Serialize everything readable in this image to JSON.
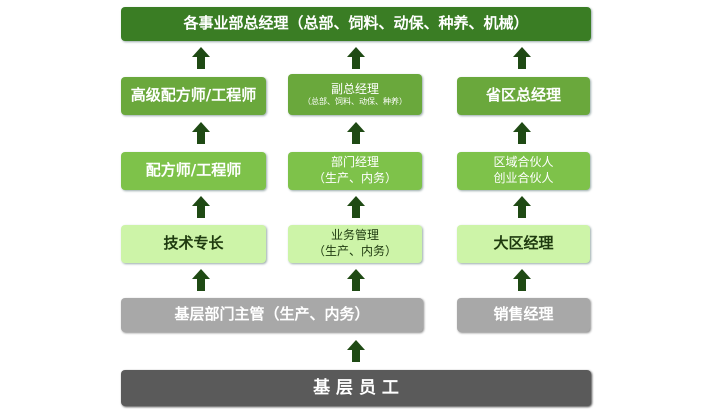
{
  "top": {
    "label": "各事业部总经理（总部、饲料、动保、种养、机械）"
  },
  "col1": {
    "r2": "高级配方师/工程师",
    "r3": "配方师/工程师",
    "r4": "技术专长"
  },
  "col2": {
    "r2_line1": "副总经理",
    "r2_line2": "（总部、饲料、动保、种养）",
    "r3_line1": "部门经理",
    "r3_line2": "（生产、内务）",
    "r4_line1": "业务管理",
    "r4_line2": "（生产、内务）"
  },
  "col3": {
    "r2": "省区总经理",
    "r3_line1": "区域合伙人",
    "r3_line2": "创业合伙人",
    "r4": "大区经理",
    "r5": "销售经理"
  },
  "row5": {
    "left": "基层部门主管（生产、内务）"
  },
  "bottom": {
    "label": "基 层 员 工"
  },
  "colors": {
    "level1": "#3a7d24",
    "level2": "#6aa83c",
    "level3": "#7ec24a",
    "level4": "#cdf4a8",
    "level5": "#a8a8a8",
    "level6": "#5a5a5a",
    "arrow": "#1f4a14"
  }
}
